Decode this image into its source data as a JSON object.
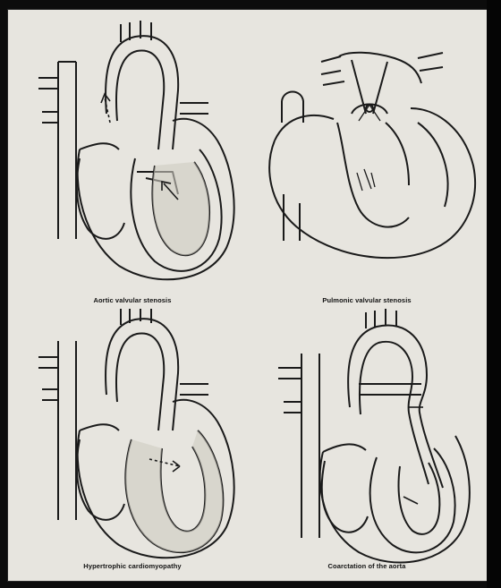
{
  "figure": {
    "panels": [
      {
        "id": "tl",
        "caption": "Aortic valvular stenosis"
      },
      {
        "id": "tr",
        "caption": "Pulmonic valvular stenosis"
      },
      {
        "id": "bl",
        "caption": "Hypertrophic cardiomyopathy"
      },
      {
        "id": "br",
        "caption": "Coarctation of the aorta"
      }
    ]
  },
  "colors": {
    "ink": "#1a1a1a",
    "paper": "#e7e5df",
    "shade": "#cfcbc2",
    "frame": "#0c0c0c"
  }
}
